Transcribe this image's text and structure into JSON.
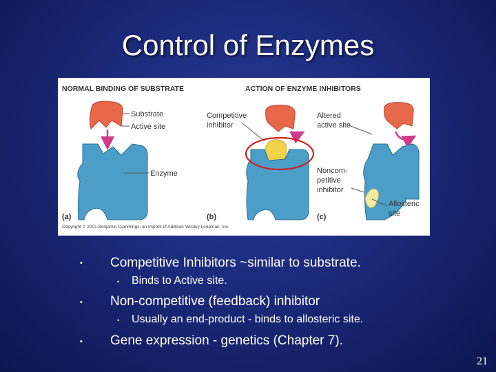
{
  "slide": {
    "title": "Control of Enzymes",
    "page_number": "21"
  },
  "figure": {
    "header_left": "NORMAL BINDING OF SUBSTRATE",
    "header_right": "ACTION OF ENZYME INHIBITORS",
    "label_substrate": "Substrate",
    "label_active_site": "Active site",
    "label_enzyme": "Enzyme",
    "label_competitive_1": "Competitive",
    "label_competitive_2": "inhibitor",
    "label_altered_1": "Altered",
    "label_altered_2": "active site",
    "label_noncomp_1": "Noncom-",
    "label_noncomp_2": "petitive",
    "label_noncomp_3": "inhibitor",
    "label_allosteric_1": "Allosteric",
    "label_allosteric_2": "site",
    "panel_a": "(a)",
    "panel_b": "(b)",
    "panel_c": "(c)",
    "copyright": "Copyright © 2001 Benjamin Cummings, an imprint of Addison Wesley Longman, Inc.",
    "colors": {
      "enzyme": "#4a9ec8",
      "substrate": "#e8684a",
      "competitive_inhibitor": "#f2d24a",
      "noncompetitive_inhibitor": "#f4eaa0",
      "highlight_circle": "#cc2222",
      "arrow": "#d03c8a"
    }
  },
  "bullets": [
    {
      "level": 1,
      "text": "Competitive Inhibitors ~similar to substrate."
    },
    {
      "level": 2,
      "text": "Binds to Active site."
    },
    {
      "level": 1,
      "text": "Non-competitive (feedback) inhibitor"
    },
    {
      "level": 2,
      "text": "Usually an end-product - binds to allosteric site."
    },
    {
      "level": 1,
      "text": "Gene expression - genetics (Chapter 7)."
    }
  ]
}
